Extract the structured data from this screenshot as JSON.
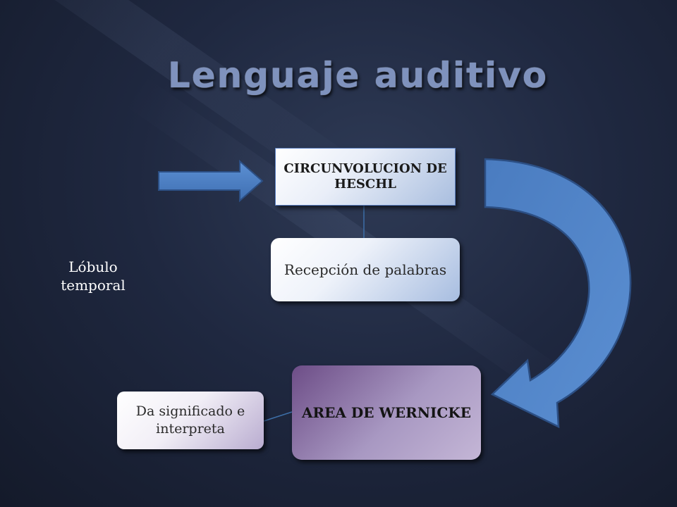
{
  "slide": {
    "title": "Lenguaje auditivo",
    "side_label": "Lóbulo temporal"
  },
  "diagram": {
    "nodes": {
      "heschl": "CIRCUNVOLUCION DE HESCHL",
      "recepcion": "Recepción de palabras",
      "wernicke": "AREA DE WERNICKE",
      "significado": "Da significado e interpreta"
    }
  },
  "colors": {
    "arrow": "#4f82c6",
    "title": "#7f92bd",
    "wernicke": "#8a72a8"
  }
}
